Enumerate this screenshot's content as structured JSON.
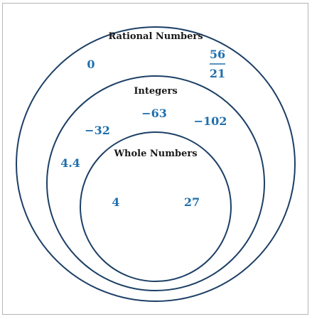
{
  "sets": {
    "rational": {
      "label": "Rational Numbers"
    },
    "integers": {
      "label": "Integers"
    },
    "whole": {
      "label": "Whole Numbers"
    }
  },
  "numbers": {
    "zero": "0",
    "fraction_numerator": "56",
    "fraction_denominator": "21",
    "neg_63": "−63",
    "neg_102": "−102",
    "neg_32": "−32",
    "decimal": "4.4",
    "four": "4",
    "twenty_seven": "27"
  },
  "colors": {
    "circle_stroke": "#1c3f66",
    "number_text": "#1f6fae",
    "label_text": "#1a1a1a",
    "frame_border": "#b5b5b5"
  }
}
